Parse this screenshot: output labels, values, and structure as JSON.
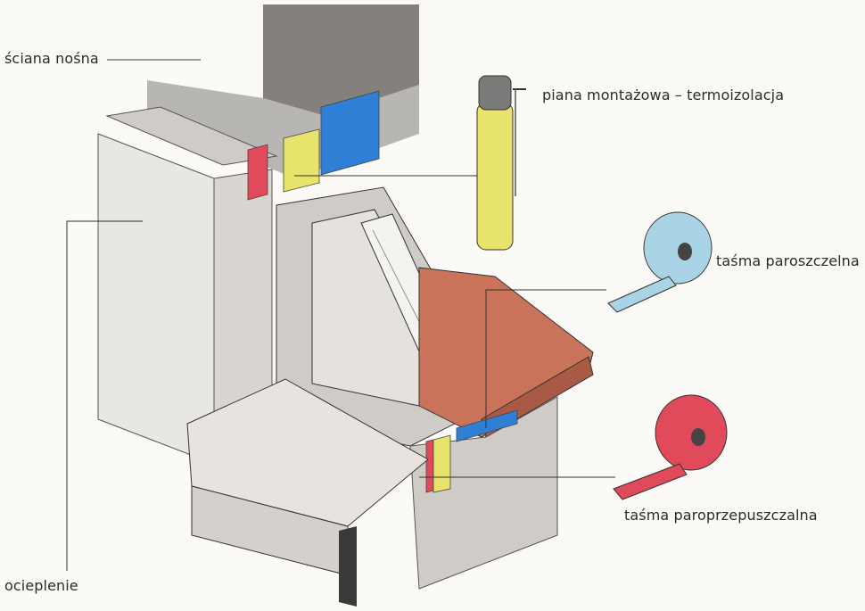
{
  "labels": {
    "load_bearing_wall": "ściana nośna",
    "mounting_foam": "piana montażowa – termoizolacja",
    "vapor_tight_tape": "taśma paroszczelna",
    "vapor_permeable_tape": "taśma paroprzepuszczalna",
    "insulation": "ocieplenie"
  },
  "colors": {
    "foam": "#e8e36a",
    "vapor_tight_tape": "#a9d4e6",
    "vapor_permeable_tape": "#e04a5a",
    "insulation_blue": "#2f7fd6",
    "window_sill": "#c9735a",
    "leader_line": "#333333"
  }
}
